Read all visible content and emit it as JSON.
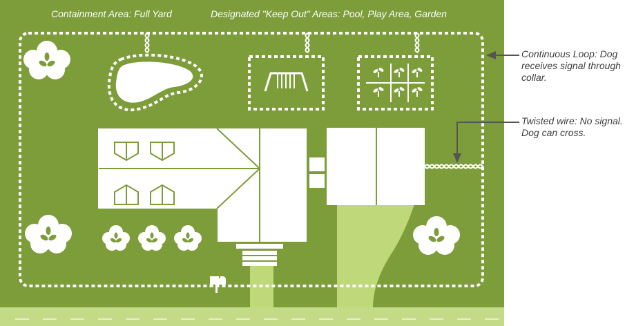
{
  "labels": {
    "containment": "Containment Area: Full Yard",
    "keep_out": "Designated \"Keep Out\" Areas:  Pool, Play Area, Garden",
    "loop_note": "Continuous Loop: Dog receives signal through collar.",
    "twisted_note": "Twisted wire: No signal. Dog can cross."
  },
  "colors": {
    "lawn": "#7d9c3a",
    "street": "#c3db86",
    "driveway": "#bfd97a",
    "wire": "#ffffff",
    "callout": "#555555",
    "text_dark": "#3f3f3f"
  },
  "icons": [
    "tree-icon",
    "bush-icon",
    "pool-icon",
    "swing-set-icon",
    "garden-icon",
    "mailbox-icon",
    "house-icon",
    "garage-icon"
  ]
}
